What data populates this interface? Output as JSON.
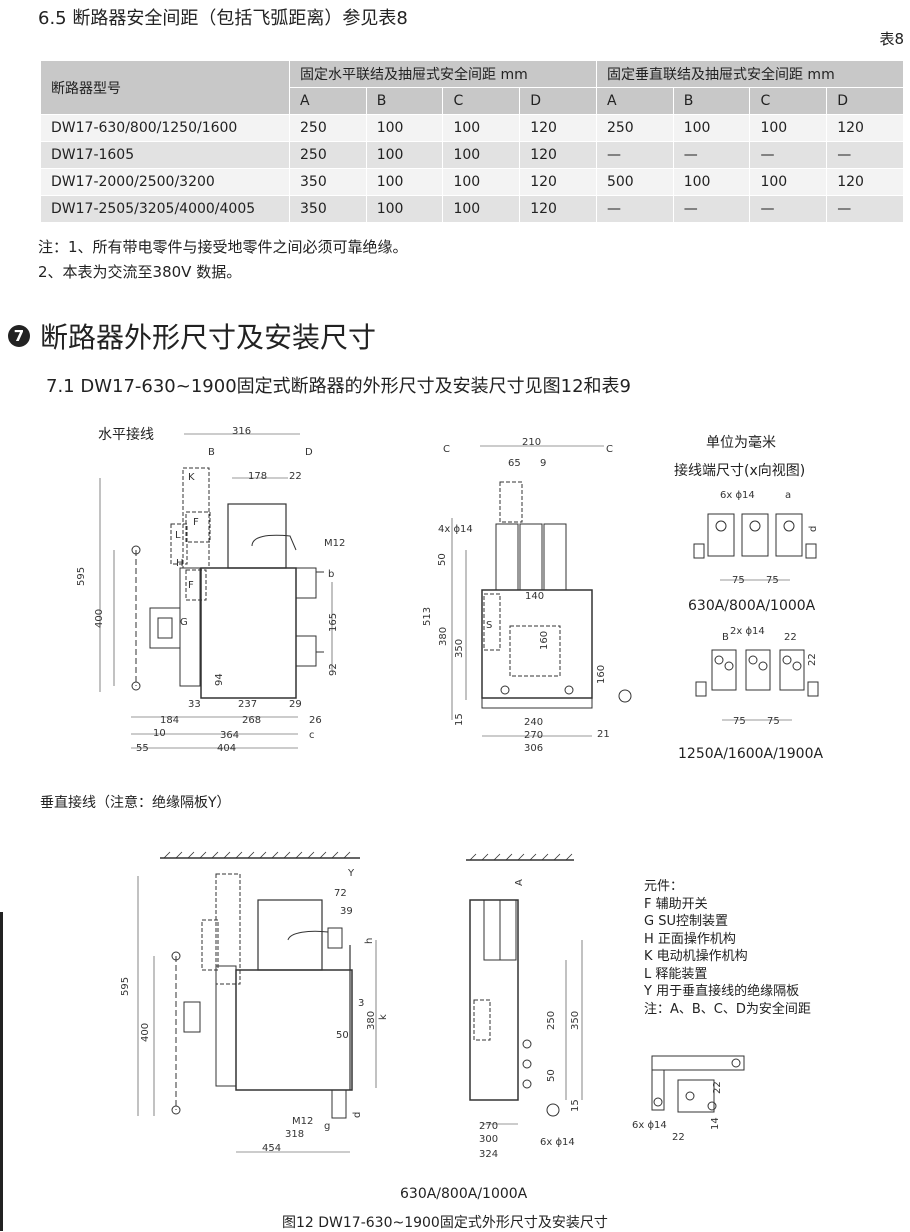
{
  "section": {
    "title": "6.5 断路器安全间距（包括飞弧距离）参见表8",
    "table_label": "表8"
  },
  "table": {
    "model_header": "断路器型号",
    "group_horizontal": "固定水平联结及抽屉式安全间距 mm",
    "group_vertical": "固定垂直联结及抽屉式安全间距 mm",
    "cols": [
      "A",
      "B",
      "C",
      "D",
      "A",
      "B",
      "C",
      "D"
    ],
    "rows": [
      {
        "model": "DW17-630/800/1250/1600",
        "values": [
          "250",
          "100",
          "100",
          "120",
          "250",
          "100",
          "100",
          "120"
        ]
      },
      {
        "model": "DW17-1605",
        "values": [
          "250",
          "100",
          "100",
          "120",
          "—",
          "—",
          "—",
          "—"
        ]
      },
      {
        "model": "DW17-2000/2500/3200",
        "values": [
          "350",
          "100",
          "100",
          "120",
          "500",
          "100",
          "100",
          "120"
        ]
      },
      {
        "model": "DW17-2505/3205/4000/4005",
        "values": [
          "350",
          "100",
          "100",
          "120",
          "—",
          "—",
          "—",
          "—"
        ]
      }
    ]
  },
  "notes": [
    "注：1、所有带电零件与接受地零件之间必须可靠绝缘。",
    "2、本表为交流至380V 数据。"
  ],
  "chapter": {
    "number": "7",
    "title": "断路器外形尺寸及安装尺寸"
  },
  "subsection": "7.1 DW17-630~1900固定式断路器的外形尺寸及安装尺寸见图12和表9",
  "drawing": {
    "horizontal_label": "水平接线",
    "unit_label": "单位为毫米",
    "terminal_label": "接线端尺寸(x向视图)",
    "caption_small": "630A/800A/1000A",
    "caption_large": "1250A/1600A/1900A",
    "vertical_label": "垂直接线（注意：绝缘隔板Y）",
    "caption_vertical": "630A/800A/1000A",
    "figure_caption": "图12   DW17-630~1900固定式外形尺寸及安装尺寸",
    "legend": [
      "元件：",
      "F   辅助开关",
      "G  SU控制装置",
      "H  正面操作机构",
      "K  电动机操作机构",
      "L   释能装置",
      "Y  用于垂直接线的绝缘隔板",
      "注：A、B、C、D为安全间距"
    ],
    "dims": {
      "d316": "316",
      "d178": "178",
      "d22": "22",
      "dB": "B",
      "dD": "D",
      "dK": "K",
      "dF": "F",
      "dL": "L",
      "dH": "H",
      "dG": "G",
      "dM12": "M12",
      "db": "b",
      "d595": "595",
      "d400": "400",
      "d165": "165",
      "d92": "92",
      "d94": "94",
      "d33": "33",
      "d237": "237",
      "d29": "29",
      "d184": "184",
      "d268": "268",
      "d26": "26",
      "d10": "10",
      "d364": "364",
      "dc": "c",
      "d55": "55",
      "d404": "404",
      "d210": "210",
      "dC": "C",
      "d65": "65",
      "d9": "9",
      "d4x14": "4x ϕ14",
      "d50": "50",
      "d513": "513",
      "d380": "380",
      "d350": "350",
      "d140": "140",
      "d160": "160",
      "dS": "S",
      "d15": "15",
      "d240": "240",
      "d270": "270",
      "d306": "306",
      "d21": "21",
      "d6x14": "6x ϕ14",
      "da": "a",
      "dd": "d",
      "d75": "75",
      "d2x14": "2x ϕ14",
      "dY": "Y",
      "d72": "72",
      "d39": "39",
      "dh": "h",
      "d3": "3",
      "dk": "k",
      "dg": "g",
      "d318": "318",
      "d454": "454",
      "dA": "A",
      "d250": "250",
      "d300": "300",
      "d324": "324",
      "d14": "14"
    }
  }
}
